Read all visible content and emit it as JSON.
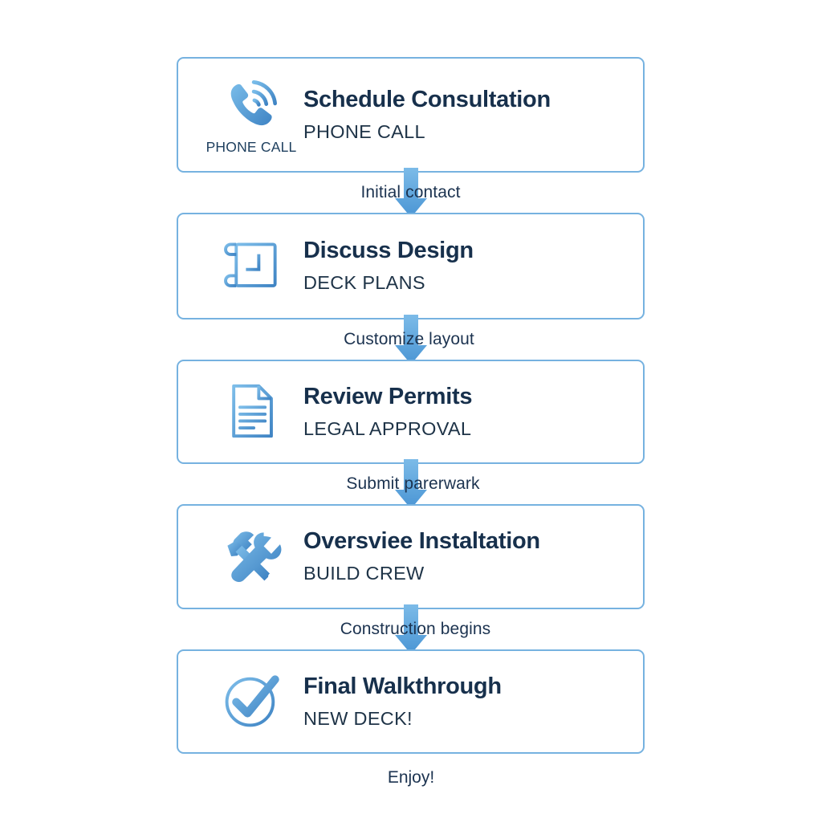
{
  "diagram": {
    "type": "vertical-flowchart",
    "title_text": null,
    "colors": {
      "card_border": "#76b2e0",
      "card_background": "#ffffff",
      "title_text": "#17304c",
      "subtitle_text": "#1e3347",
      "arrow_top": "#7cbbe8",
      "arrow_bottom": "#4a95d4",
      "icon_light": "#6fb3e4",
      "icon_dark": "#3f84c4",
      "page_background": "#ffffff"
    },
    "steps": [
      {
        "index": 1,
        "icon": "phone-call-icon",
        "icon_caption": "PHONE CALL",
        "title": "Schedule Consultation",
        "subtitle": "PHONE CALL"
      },
      {
        "index": 2,
        "icon": "blueprint-scroll-icon",
        "icon_caption": "",
        "title": "Discuss Design",
        "subtitle": "DECK PLANS"
      },
      {
        "index": 3,
        "icon": "document-lines-icon",
        "icon_caption": "",
        "title": "Review Permits",
        "subtitle": "LEGAL APPROVAL"
      },
      {
        "index": 4,
        "icon": "hammer-wrench-icon",
        "icon_caption": "",
        "title": "Oversviee Instaltation",
        "subtitle": "BUILD CREW"
      },
      {
        "index": 5,
        "icon": "check-circle-icon",
        "icon_caption": "",
        "title": "Final Walkthrough",
        "subtitle": "NEW DECK!"
      }
    ],
    "connectors": [
      {
        "index": 1,
        "label": "Initial contact",
        "icon": "down-arrow-icon"
      },
      {
        "index": 2,
        "label": "Customize layout",
        "icon": "down-arrow-icon"
      },
      {
        "index": 3,
        "label": "Submit parerwark",
        "icon": "down-arrow-icon"
      },
      {
        "index": 4,
        "label": "Construction begins",
        "icon": "down-arrow-icon"
      }
    ],
    "footer_label": "Enjoy!"
  }
}
